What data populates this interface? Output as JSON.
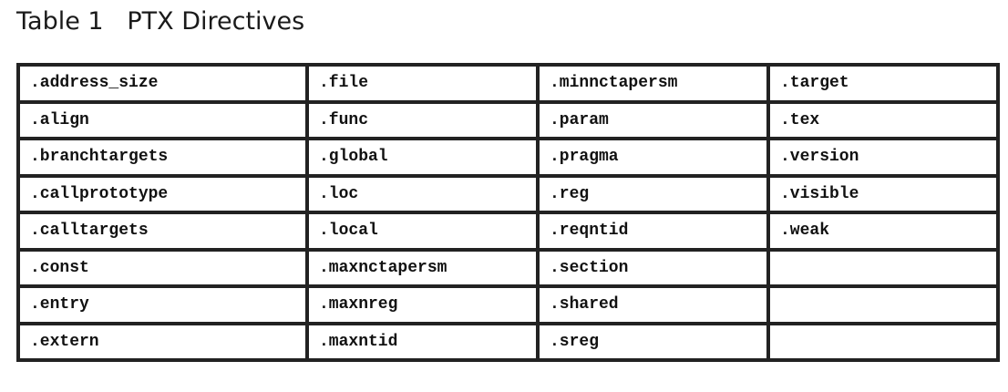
{
  "caption": {
    "label": "Table 1",
    "title": "PTX Directives"
  },
  "table": {
    "rows": [
      [
        ".address_size",
        ".file",
        ".minnctapersm",
        ".target"
      ],
      [
        ".align",
        ".func",
        ".param",
        ".tex"
      ],
      [
        ".branchtargets",
        ".global",
        ".pragma",
        ".version"
      ],
      [
        ".callprototype",
        ".loc",
        ".reg",
        ".visible"
      ],
      [
        ".calltargets",
        ".local",
        ".reqntid",
        ".weak"
      ],
      [
        ".const",
        ".maxnctapersm",
        ".section",
        ""
      ],
      [
        ".entry",
        ".maxnreg",
        ".shared",
        ""
      ],
      [
        ".extern",
        ".maxntid",
        ".sreg",
        ""
      ]
    ]
  }
}
